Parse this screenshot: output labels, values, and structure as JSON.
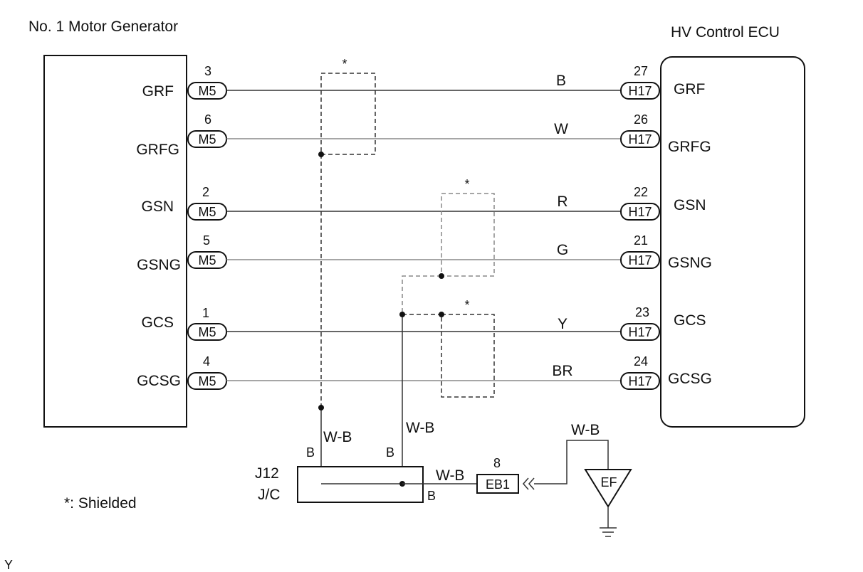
{
  "left_component": {
    "title": "No. 1 Motor Generator"
  },
  "right_component": {
    "title": "HV Control ECU"
  },
  "rows": [
    {
      "left_signal": "GRF",
      "left_pin": "3",
      "left_conn": "M5",
      "wire_color": "B",
      "right_pin": "27",
      "right_conn": "H17",
      "right_signal": "GRF"
    },
    {
      "left_signal": "GRFG",
      "left_pin": "6",
      "left_conn": "M5",
      "wire_color": "W",
      "right_pin": "26",
      "right_conn": "H17",
      "right_signal": "GRFG"
    },
    {
      "left_signal": "GSN",
      "left_pin": "2",
      "left_conn": "M5",
      "wire_color": "R",
      "right_pin": "22",
      "right_conn": "H17",
      "right_signal": "GSN"
    },
    {
      "left_signal": "GSNG",
      "left_pin": "5",
      "left_conn": "M5",
      "wire_color": "G",
      "right_pin": "21",
      "right_conn": "H17",
      "right_signal": "GSNG"
    },
    {
      "left_signal": "GCS",
      "left_pin": "1",
      "left_conn": "M5",
      "wire_color": "Y",
      "right_pin": "23",
      "right_conn": "H17",
      "right_signal": "GCS"
    },
    {
      "left_signal": "GCSG",
      "left_pin": "4",
      "left_conn": "M5",
      "wire_color": "BR",
      "right_pin": "24",
      "right_conn": "H17",
      "right_signal": "GCSG"
    }
  ],
  "shield_marks": [
    "*",
    "*",
    "*"
  ],
  "junction": {
    "id": "J12",
    "type": "J/C",
    "pin_left": "B",
    "pin_right": "B",
    "pin_out": "B",
    "wire_left": "W-B",
    "wire_right": "W-B",
    "wire_out": "W-B"
  },
  "ground_connector": {
    "pin": "8",
    "name": "EB1"
  },
  "ground_wire": "W-B",
  "ground_point": "EF",
  "legend": "*: Shielded",
  "footer_mark": "Y"
}
